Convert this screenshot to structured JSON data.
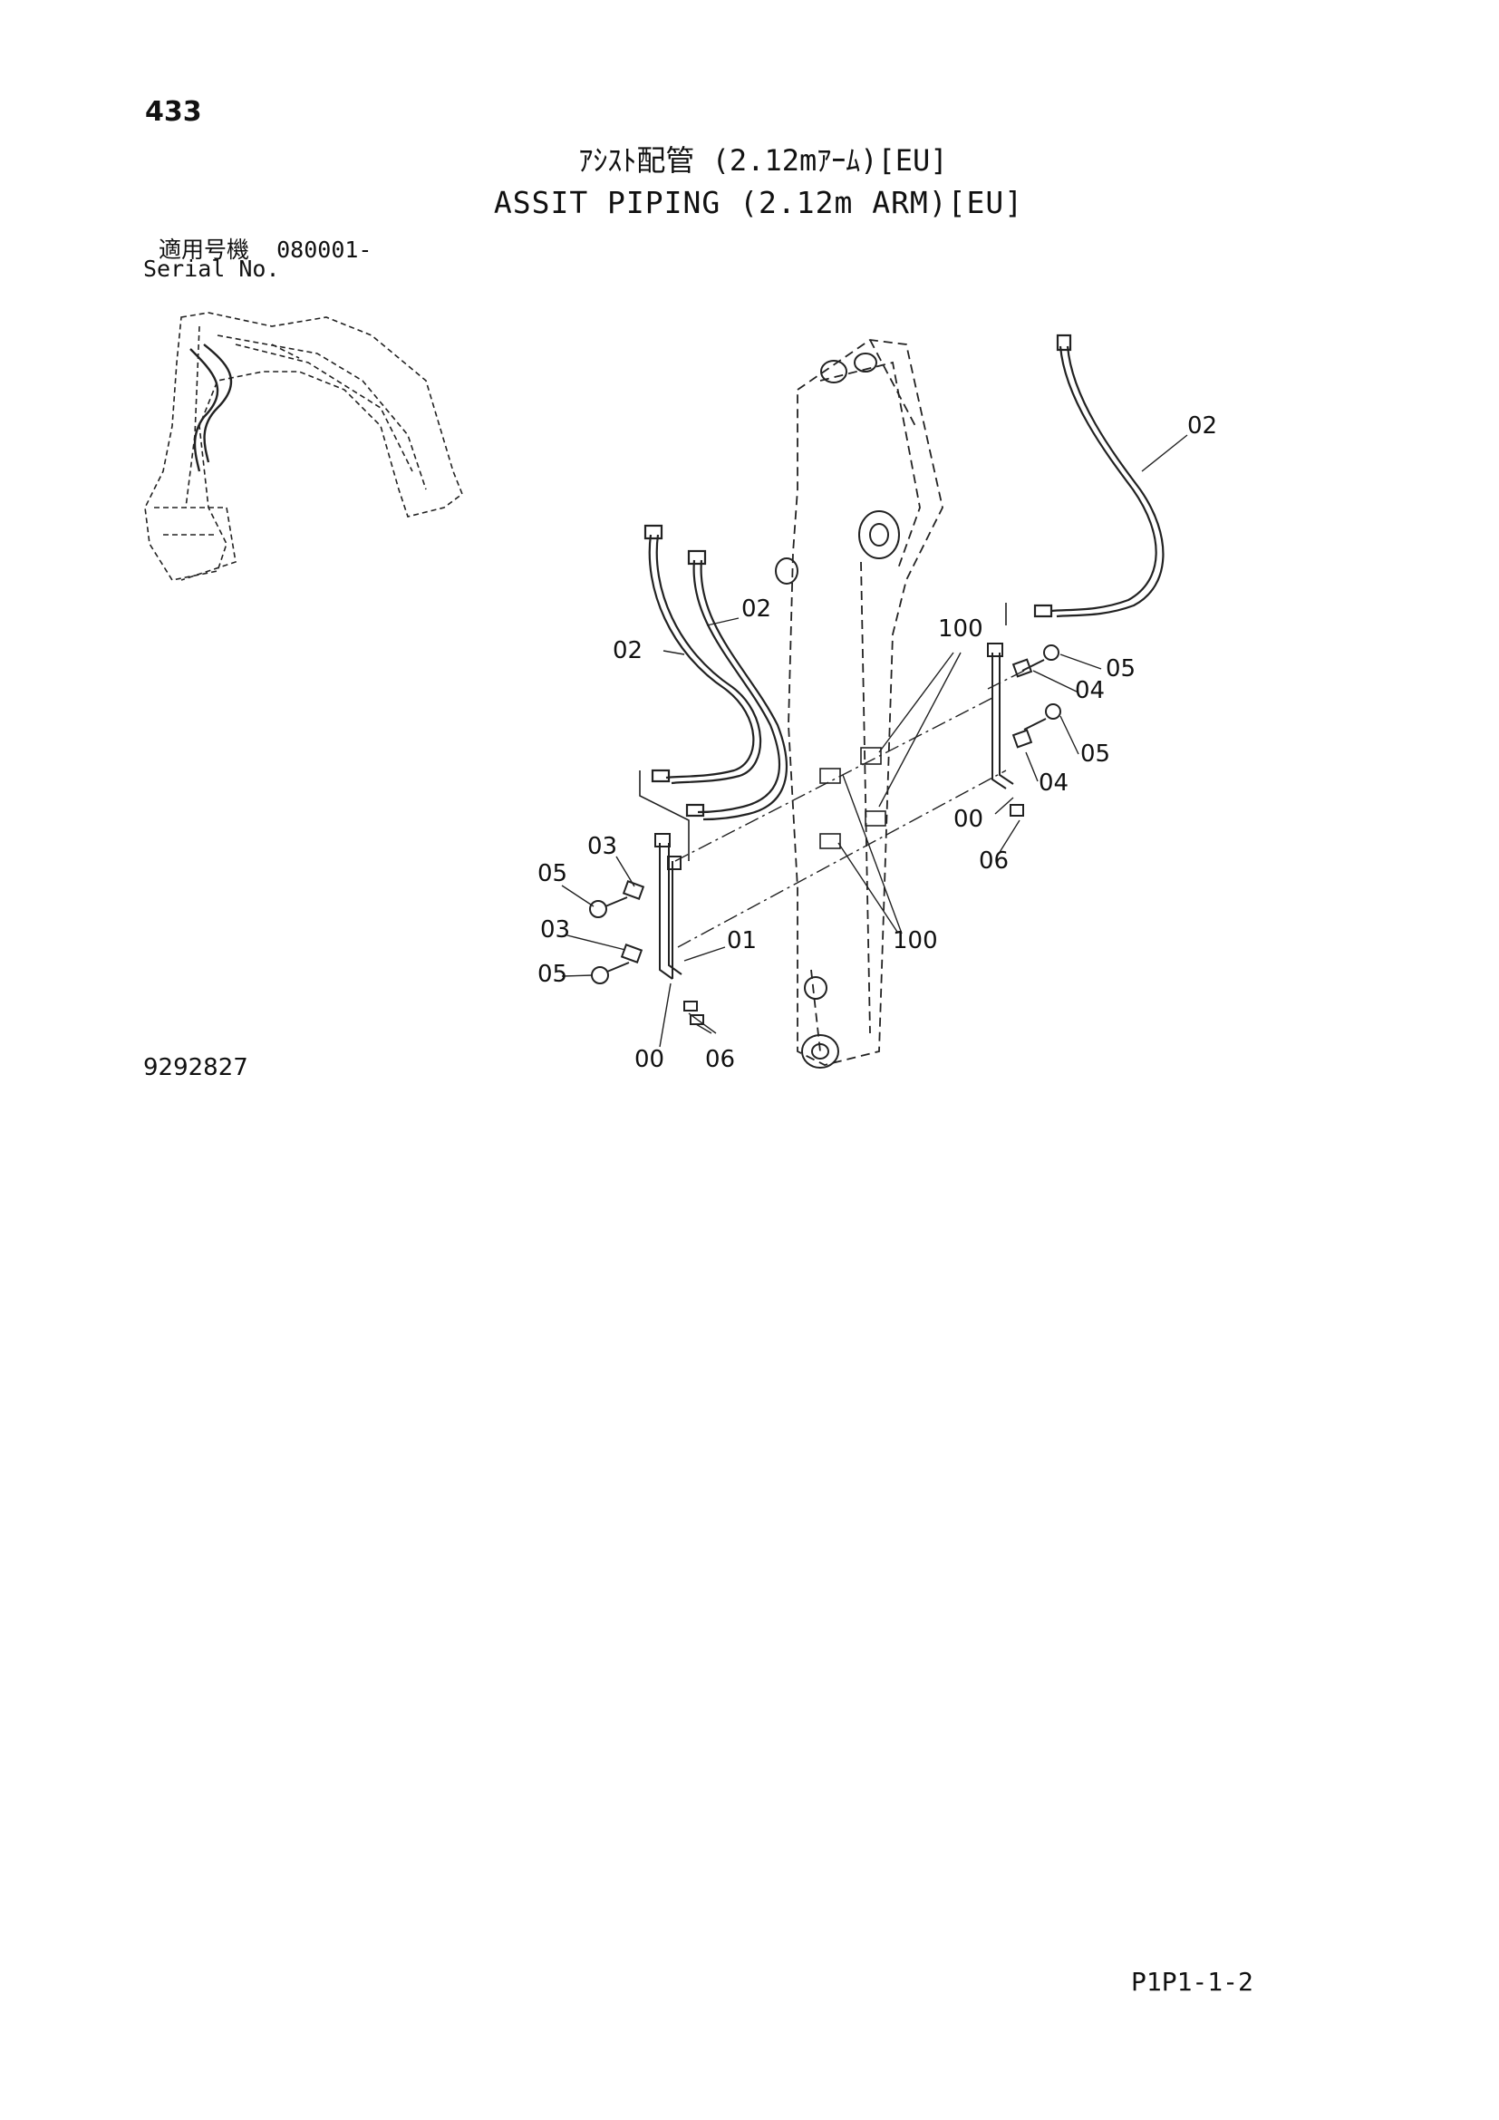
{
  "page": {
    "number": "433",
    "title_jp": "ｱｼｽﾄ配管 (2.12mｱｰﾑ)[EU]",
    "title_en": "ASSIT PIPING (2.12m ARM)[EU]",
    "serial_label_jp": "適用号機",
    "serial_value": "080001-",
    "serial_label_en": "Serial No.",
    "drawing_number": "9292827",
    "sheet_reference": "P1P1-1-2"
  },
  "callouts": {
    "c02_right": "02",
    "c02_mid": "02",
    "c02_left": "02",
    "c100_top": "100",
    "c05_r1": "05",
    "c04_r1": "04",
    "c05_r2": "05",
    "c04_r2": "04",
    "c00_right": "00",
    "c06_right": "06",
    "c03_a": "03",
    "c05_l1": "05",
    "c03_b": "03",
    "c01": "01",
    "c100_bottom": "100",
    "c05_l2": "05",
    "c00_left": "00",
    "c06_left": "06"
  }
}
